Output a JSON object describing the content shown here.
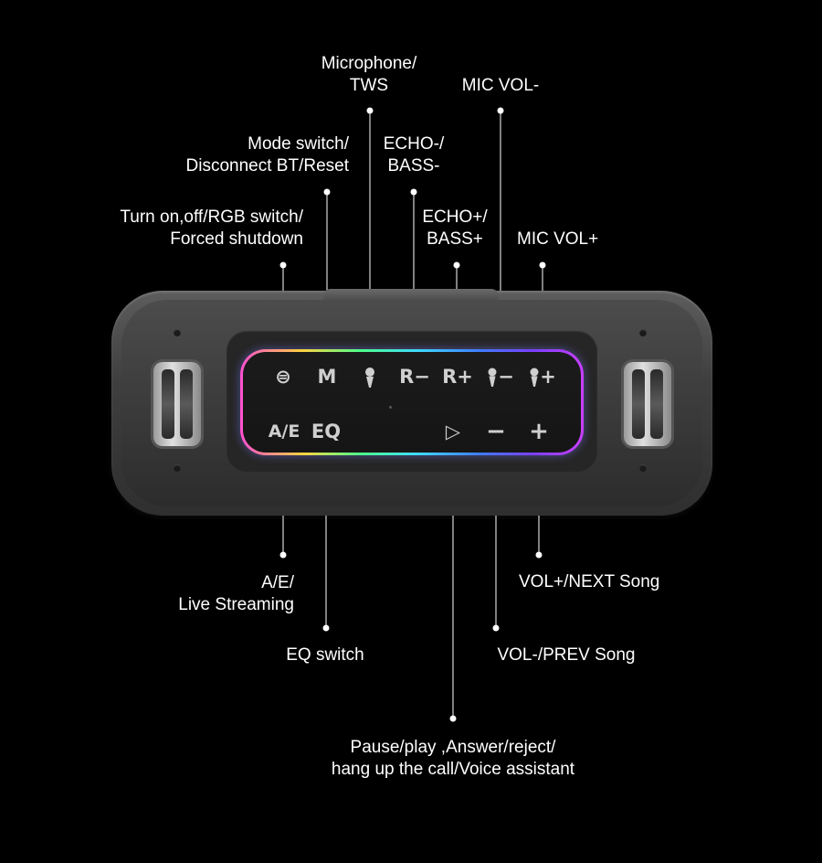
{
  "labels": {
    "mic_tws": [
      "Microphone/",
      "TWS"
    ],
    "mic_vol_down": [
      "MIC VOL-"
    ],
    "mode": [
      "Mode switch/",
      "Disconnect BT/Reset"
    ],
    "echo_down": [
      "ECHO-/",
      "BASS-"
    ],
    "power": [
      "Turn on,off/RGB switch/",
      "Forced shutdown"
    ],
    "echo_up": [
      "ECHO+/",
      "BASS+"
    ],
    "mic_vol_up": [
      "MIC VOL+"
    ],
    "ae": [
      "A/E/",
      "Live Streaming"
    ],
    "vol_up": [
      "VOL+/NEXT Song"
    ],
    "eq": [
      "EQ switch"
    ],
    "vol_down": [
      "VOL-/PREV Song"
    ],
    "play": [
      "Pause/play ,Answer/reject/",
      "hang up the call/Voice assistant"
    ]
  },
  "buttons": {
    "power": "⊜",
    "mode": "M",
    "mic": "🎤︎",
    "echo_down": "R−",
    "echo_up": "R+",
    "mic_down": "−",
    "mic_up": "+",
    "ae": "A/E",
    "eq": "EQ",
    "play": "▷",
    "minus": "−",
    "plus": "+"
  },
  "colors": {
    "background": "#000000",
    "text": "#ffffff",
    "leader_line": "#ffffff"
  }
}
